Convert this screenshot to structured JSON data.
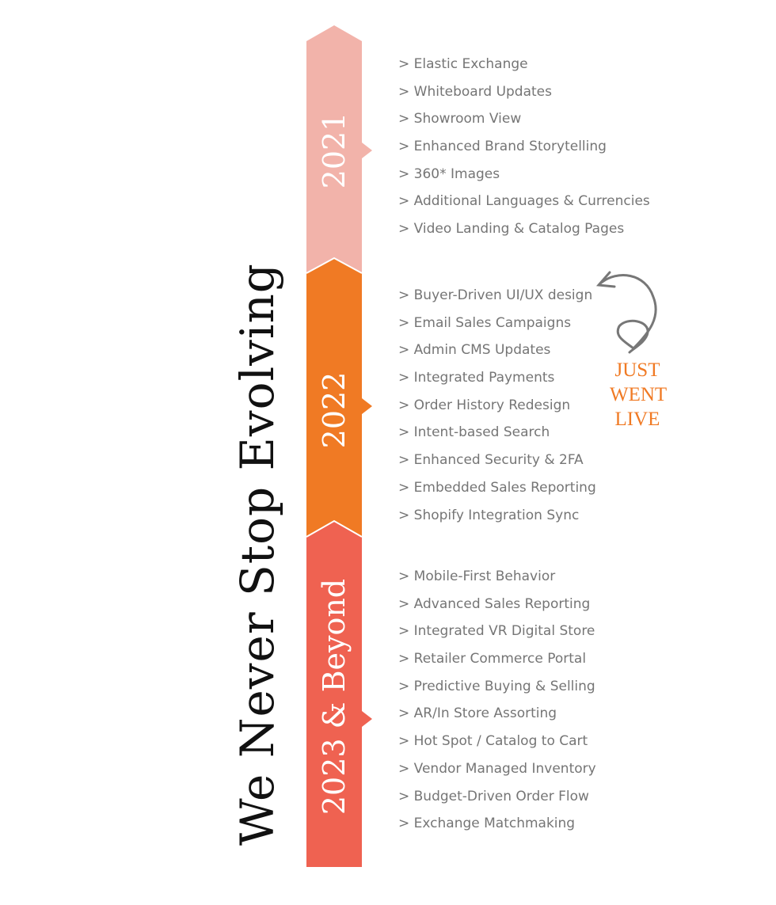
{
  "title": "We Never Stop Evolving",
  "colors": {
    "y2021": "#f2b3aa",
    "y2022": "#f07a24",
    "y2023": "#ef6251",
    "note": "#f07a24"
  },
  "sections": [
    {
      "year": "2021",
      "items": [
        "> Elastic Exchange",
        "> Whiteboard Updates",
        "> Showroom View",
        "> Enhanced Brand Storytelling",
        "> 360* Images",
        "> Additional Languages & Currencies",
        "> Video Landing & Catalog Pages"
      ]
    },
    {
      "year": "2022",
      "items": [
        "> Buyer-Driven UI/UX design",
        "> Email Sales Campaigns",
        "> Admin CMS Updates",
        "> Integrated Payments",
        "> Order History Redesign",
        "> Intent-based Search",
        "> Enhanced Security & 2FA",
        "> Embedded Sales Reporting",
        "> Shopify Integration Sync"
      ]
    },
    {
      "year": "2023 & Beyond",
      "items": [
        "> Mobile-First Behavior",
        "> Advanced Sales Reporting",
        "> Integrated VR Digital Store",
        "> Retailer Commerce Portal",
        "> Predictive Buying & Selling",
        "> AR/In Store Assorting",
        "> Hot Spot / Catalog to Cart",
        "> Vendor Managed Inventory",
        "> Budget-Driven Order Flow",
        "> Exchange Matchmaking"
      ]
    }
  ],
  "annotation": {
    "lines": [
      "JUST",
      "WENT",
      "LIVE"
    ]
  }
}
